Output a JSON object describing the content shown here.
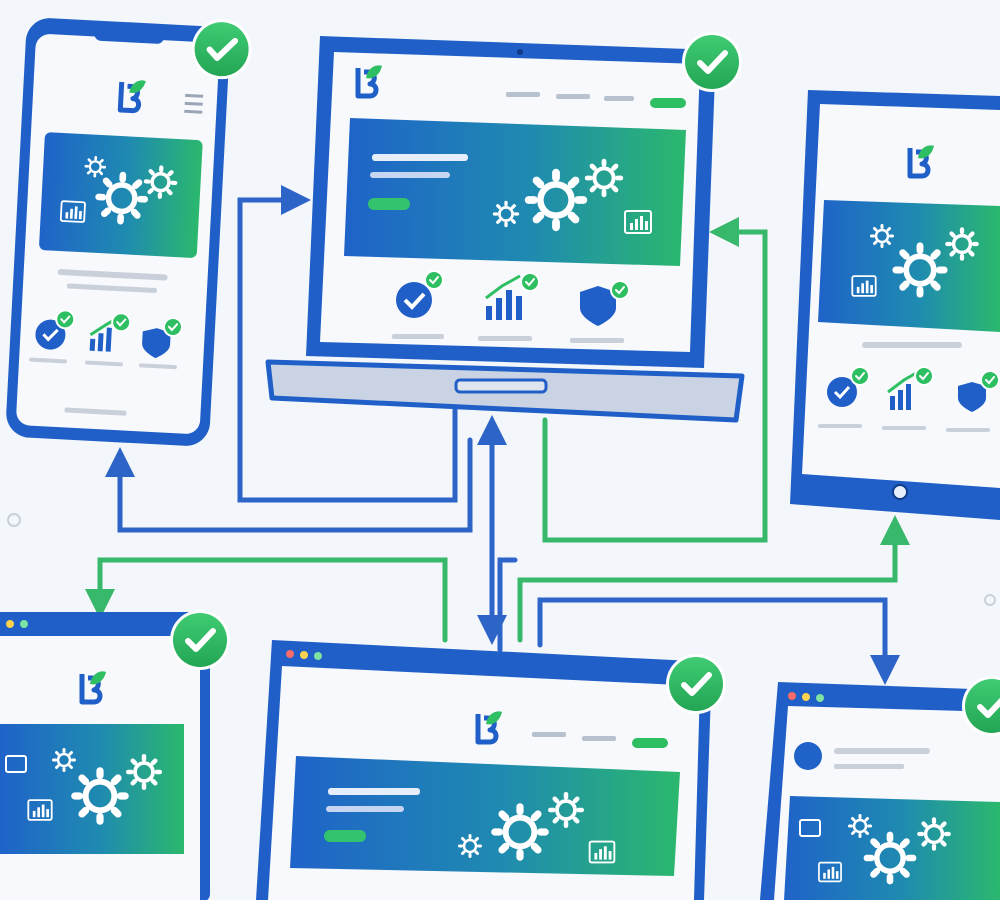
{
  "illustration": {
    "theme": "multi-device responsive web layout synchronized across phone, laptop, tablet and browser windows",
    "palette": {
      "background": "#f3f6fa",
      "frame_blue": "#1f5fc7",
      "frame_dark": "#174aa6",
      "screen_bg": "#f7f9fc",
      "hero_blue": "#1f63c9",
      "hero_green": "#27b56a",
      "check_green": "#2fbf63",
      "arrow_blue": "#2d64c8",
      "arrow_green": "#37b86a",
      "skeleton_gray": "#c9d0da"
    },
    "icons": [
      "leaf-logo-icon",
      "gear-icon",
      "bar-chart-icon",
      "check-circle-icon",
      "trend-chart-icon",
      "shield-check-icon"
    ],
    "devices": [
      {
        "kind": "phone",
        "verified": true
      },
      {
        "kind": "laptop",
        "verified": true
      },
      {
        "kind": "tablet",
        "verified": true
      },
      {
        "kind": "browser-window",
        "verified": true
      },
      {
        "kind": "browser-window",
        "verified": true
      },
      {
        "kind": "browser-window",
        "verified": true
      }
    ]
  }
}
